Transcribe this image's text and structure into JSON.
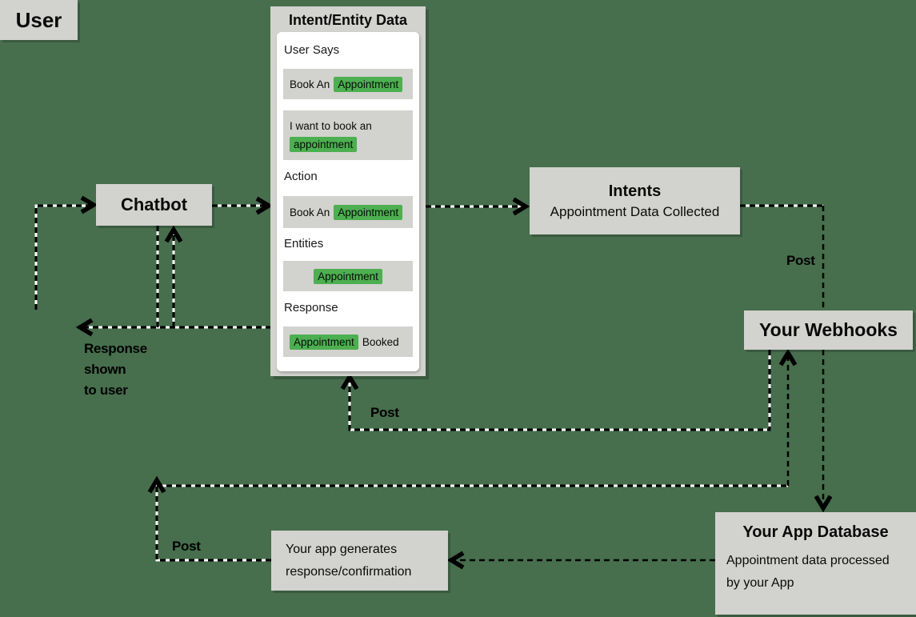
{
  "colors": {
    "background": "#476E4D",
    "node_fill": "#D2D2CE",
    "panel_fill": "#FFFFFF",
    "highlight_green": "#4CAF50",
    "text": "#000000"
  },
  "panel": {
    "title": "Intent/Entity Data",
    "user_says": {
      "label": "User Says",
      "row1": {
        "prefix": "Book An",
        "highlight": "Appointment"
      },
      "row2": {
        "prefix": "I want to book an",
        "highlight": "appointment"
      }
    },
    "action": {
      "label": "Action",
      "row": {
        "prefix": "Book An",
        "highlight": "Appointment"
      }
    },
    "entities": {
      "label": "Entities",
      "row": {
        "highlight": "Appointment"
      }
    },
    "response": {
      "label": "Response",
      "row": {
        "highlight": "Appointment",
        "suffix": "Booked"
      }
    }
  },
  "nodes": {
    "user": {
      "label": "User"
    },
    "chatbot": {
      "label": "Chatbot"
    },
    "intents": {
      "title": "Intents",
      "subtitle": "Appointment Data Collected"
    },
    "webhooks": {
      "label": "Your Webhooks"
    },
    "app_database": {
      "title": "Your App Database",
      "subtitle": "Appointment data processed by your App"
    },
    "app_response": {
      "label": "Your app generates response/confirmation"
    }
  },
  "edge_labels": {
    "post_to_database": "Post",
    "post_to_panel": "Post",
    "post_from_app": "Post",
    "response_shown": {
      "line1": "Response",
      "line2": "shown",
      "line3": "to user"
    }
  }
}
